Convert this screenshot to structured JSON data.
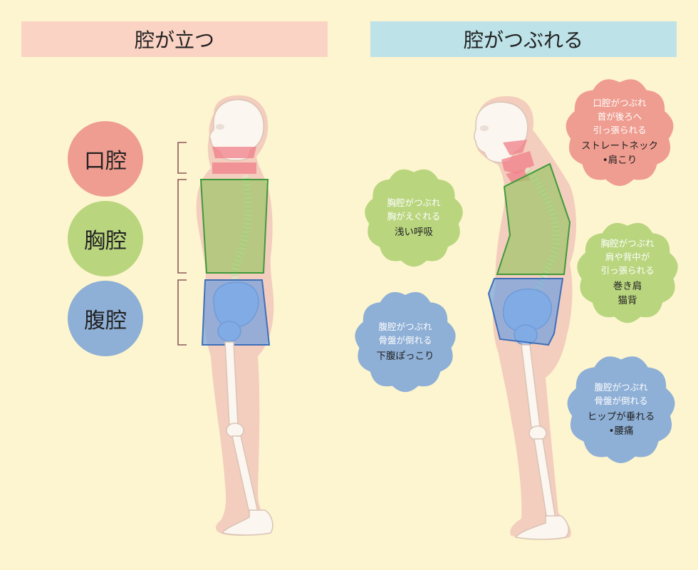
{
  "headers": {
    "left": "腔が立つ",
    "right": "腔がつぶれる"
  },
  "cavities": [
    {
      "label": "口腔",
      "color": "#ef9d90"
    },
    {
      "label": "胸腔",
      "color": "#b9d57e"
    },
    {
      "label": "腹腔",
      "color": "#8eafd6"
    }
  ],
  "bursts": [
    {
      "id": "chest-left",
      "color": "#b9d57e",
      "small": [
        "胸腔がつぶれ",
        "胸がえぐれる"
      ],
      "bold": [
        "浅い呼吸"
      ]
    },
    {
      "id": "abdomen-left",
      "color": "#8eafd6",
      "small": [
        "腹腔がつぶれ",
        "骨盤が倒れる"
      ],
      "bold": [
        "下腹ぽっこり"
      ]
    },
    {
      "id": "oral-right",
      "color": "#ef9d90",
      "small": [
        "口腔がつぶれ",
        "首が後ろへ",
        "引っ張られる"
      ],
      "bold": [
        "ストレートネック",
        "•肩こり"
      ]
    },
    {
      "id": "chest-right",
      "color": "#b9d57e",
      "small": [
        "胸腔がつぶれ",
        "肩や背中が",
        "引っ張られる"
      ],
      "bold": [
        "巻き肩",
        "猫背"
      ]
    },
    {
      "id": "abdomen-right",
      "color": "#8eafd6",
      "small": [
        "腹腔がつぶれ",
        "骨盤が倒れる"
      ],
      "bold": [
        "ヒップが垂れる",
        "•腰痛"
      ]
    }
  ],
  "colors": {
    "background": "#fdf5cf",
    "body_silhouette": "#f3cdbd",
    "bone": "#fbf6ef",
    "bone_outline": "#d9c4b6",
    "oral_zone": "#f07f8a",
    "chest_zone": "#9cc66a",
    "chest_outline": "#3f9a3a",
    "abdomen_zone": "#6f9fdf",
    "abdomen_outline": "#3f6fb8",
    "bracket": "#8c5a5a"
  }
}
